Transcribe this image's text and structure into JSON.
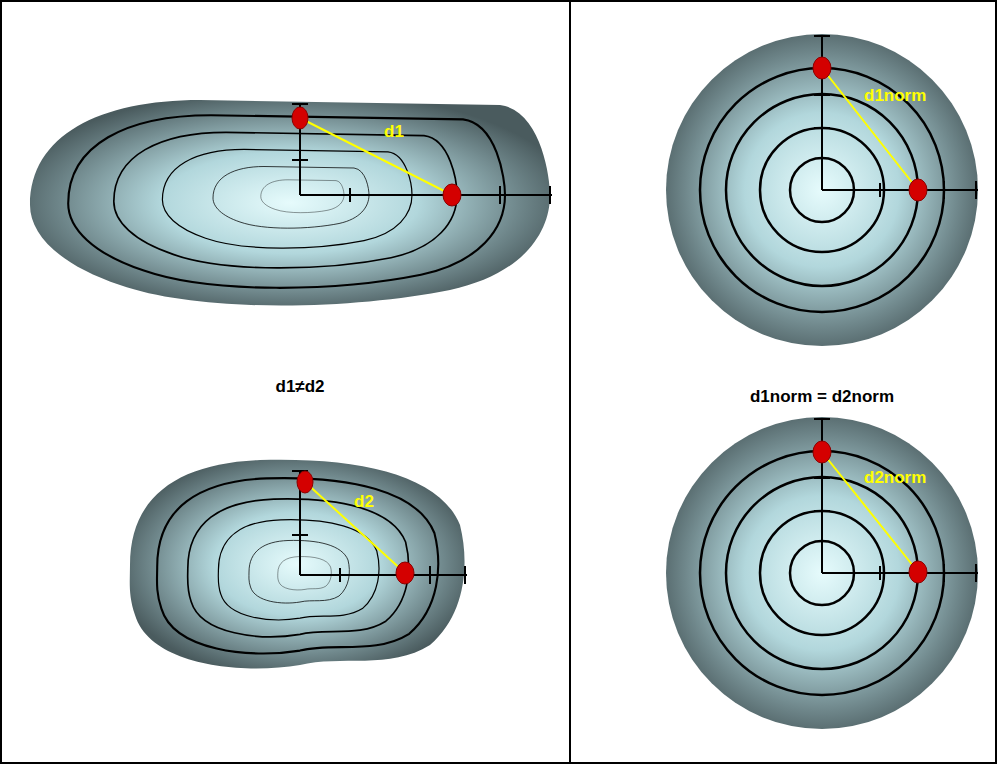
{
  "diagram": {
    "labels": [
      "d1",
      "d1≠d2",
      "d2",
      "d1norm",
      "d1norm = d2norm",
      "d2norm"
    ]
  }
}
